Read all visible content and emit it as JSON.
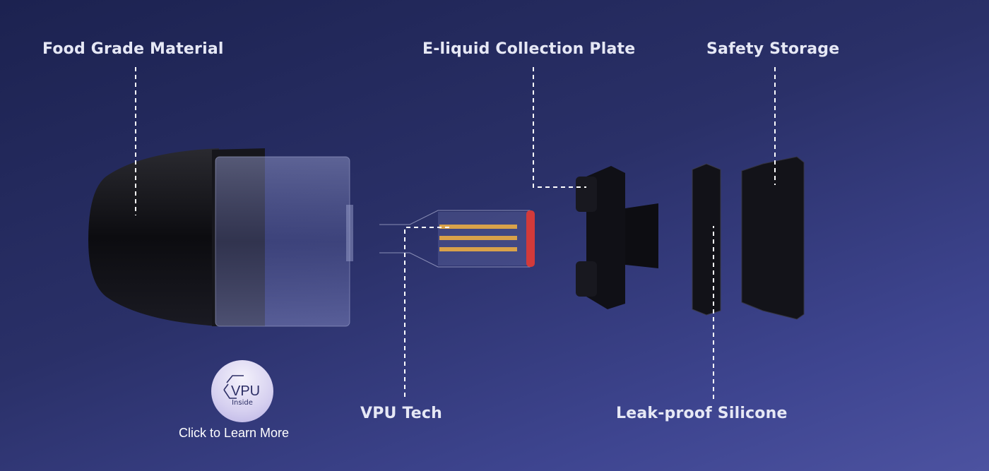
{
  "labels": {
    "food_grade": "Food Grade Material",
    "collection_plate": "E-liquid Collection Plate",
    "safety_storage": "Safety Storage",
    "vpu_tech": "VPU Tech",
    "leak_proof": "Leak-proof Silicone"
  },
  "badge": {
    "logo_text": "VPU",
    "sub_text": "Inside",
    "cta": "Click to Learn More"
  }
}
